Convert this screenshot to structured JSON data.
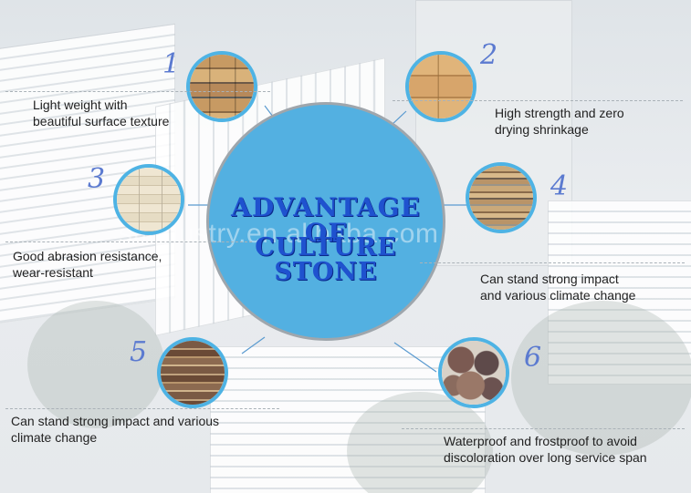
{
  "center": {
    "title_line1": "ADVANTAGE OF",
    "title_line2": "CULTURE STONE",
    "watermark": "stindustry.en.alibaba.com"
  },
  "items": [
    {
      "number": "1",
      "line1": "Light weight with",
      "line2": "beautiful surface texture"
    },
    {
      "number": "2",
      "line1": "High strength and zero",
      "line2": "drying shrinkage"
    },
    {
      "number": "3",
      "line1": "Good abrasion resistance,",
      "line2": "wear-resistant"
    },
    {
      "number": "4",
      "line1": "Can stand strong impact",
      "line2": "and various climate change"
    },
    {
      "number": "5",
      "line1": "Can stand strong impact and various",
      "line2": "climate change"
    },
    {
      "number": "6",
      "line1": "Waterproof and frostproof to avoid",
      "line2": "discoloration over long service span"
    }
  ],
  "colors": {
    "hub": "#53b0e1",
    "ring": "#4eb3e4",
    "title": "#1f52cf",
    "number": "#5b7ad0"
  }
}
